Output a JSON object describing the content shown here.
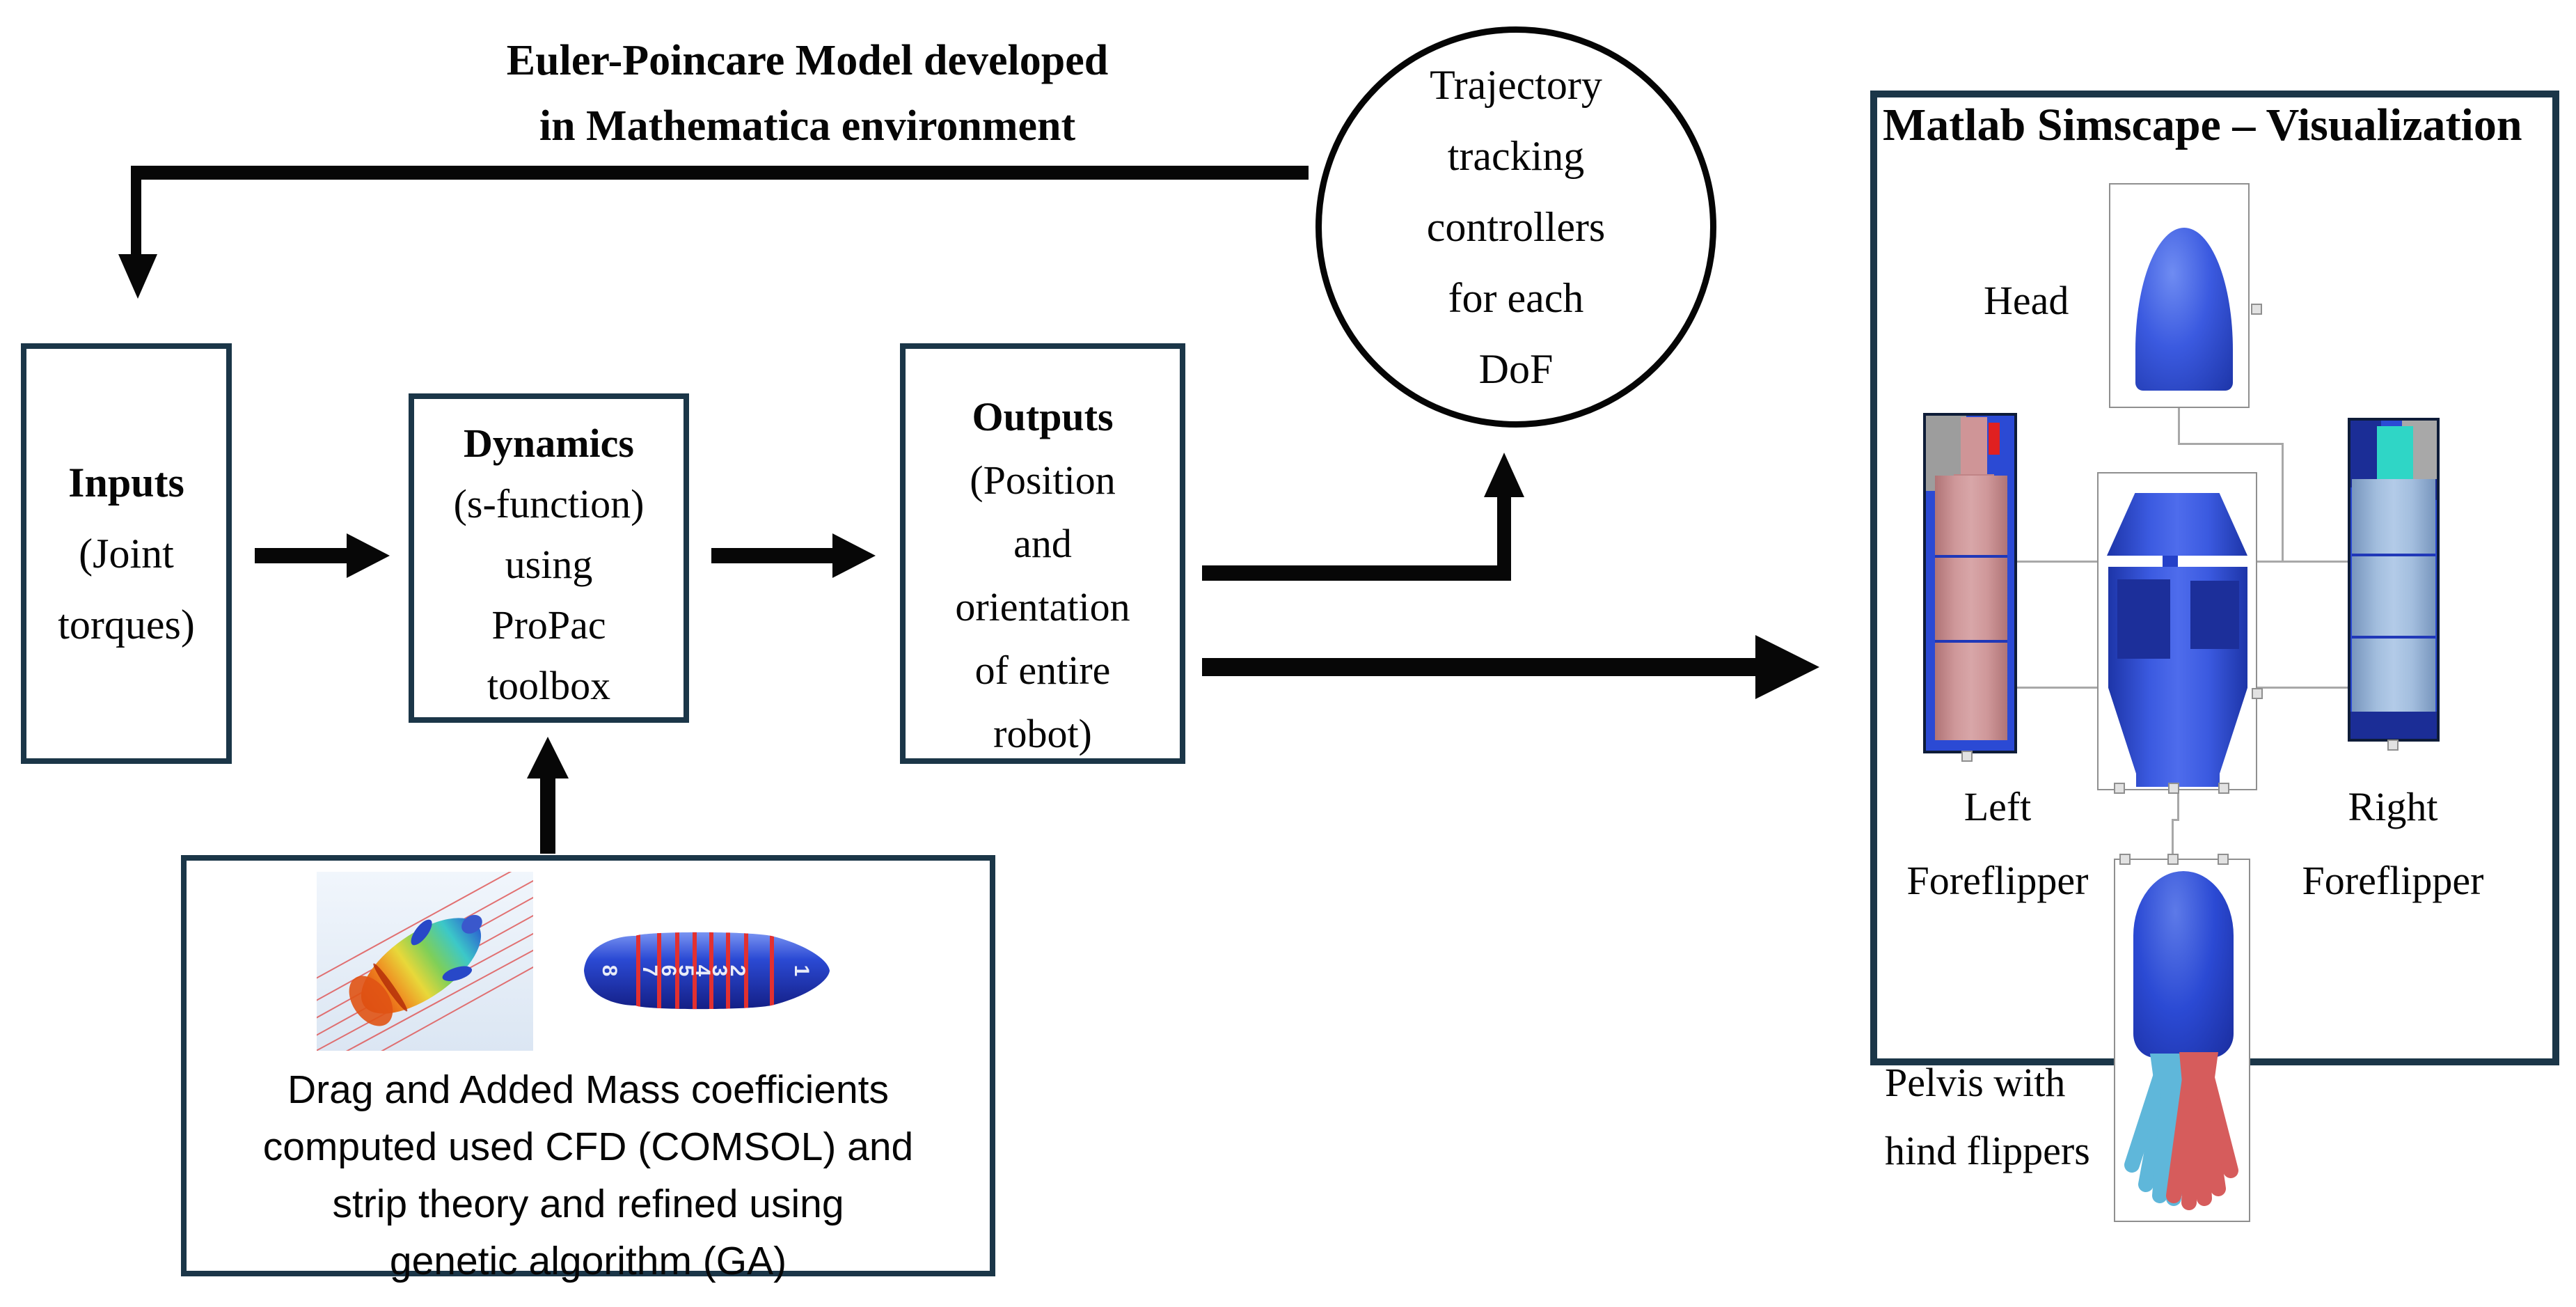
{
  "title": {
    "lines": [
      "Euler-Poincare Model developed",
      "in Mathematica environment"
    ]
  },
  "inputs_box": {
    "heading": "Inputs",
    "lines": [
      "(Joint",
      "torques)"
    ]
  },
  "dynamics_box": {
    "heading": "Dynamics",
    "lines": [
      "(s-function)",
      "using",
      "ProPac",
      "toolbox"
    ]
  },
  "outputs_box": {
    "heading": "Outputs",
    "lines": [
      "(Position",
      "and",
      "orientation",
      "of entire",
      "robot)"
    ]
  },
  "controller_circle": {
    "lines": [
      "Trajectory",
      "tracking",
      "controllers",
      "for each",
      "DoF"
    ]
  },
  "coefficients_box": {
    "lines": [
      "Drag and Added Mass coefficients",
      "computed used CFD (COMSOL) and",
      "strip theory and refined using",
      "genetic algorithm (GA)"
    ]
  },
  "capsule": {
    "segments": [
      "8",
      "7",
      "6",
      "5",
      "4",
      "3",
      "2",
      "1"
    ]
  },
  "simscape": {
    "title": "Matlab Simscape – Visualization",
    "head_label": "Head",
    "left_label": {
      "lines": [
        "Left",
        "Foreflipper"
      ]
    },
    "right_label": {
      "lines": [
        "Right",
        "Foreflipper"
      ]
    },
    "pelvis_label": {
      "lines": [
        "Pelvis with",
        "hind flippers"
      ]
    }
  },
  "colors": {
    "box_border": "#1b3648",
    "robot_blue": "#2b4ad4",
    "navy": "#1b2d96",
    "salmon": "#ca9193",
    "steel_blue": "#9cb9dc",
    "teal": "#2fd6c6",
    "grey_block": "#9d9d9d",
    "red_accent": "#e02020",
    "cyan_flipper": "#5fb7da",
    "red_flipper": "#d65c5c",
    "connector_grey": "#a8a8a8"
  }
}
